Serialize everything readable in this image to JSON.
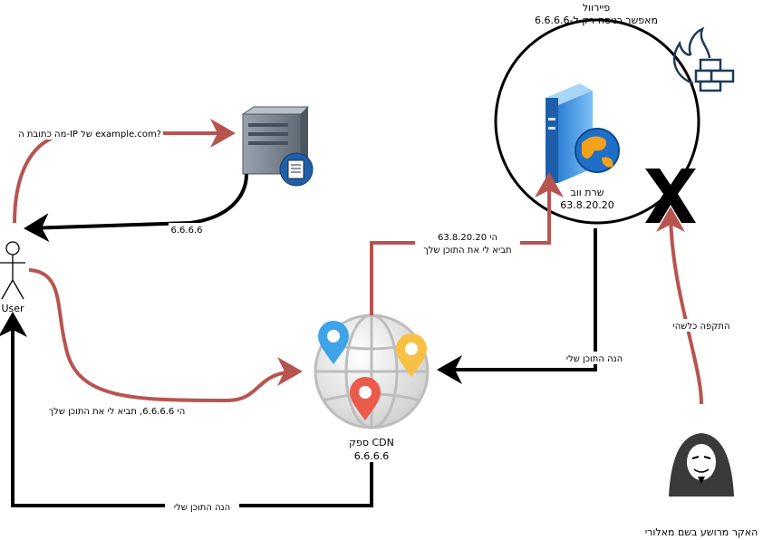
{
  "firewall": {
    "title": "פיירוול",
    "rule": "מאפשר כניסה רק ל-6.6.6.6"
  },
  "dns_query": "מה כתובת ה-IP של example.com?",
  "dns_answer": "6.6.6.6",
  "user_label": "User",
  "webserver": {
    "name": "שרת ווב",
    "ip": "63.8.20.20"
  },
  "cdn_request": {
    "line1": "הי 63.8.20.20",
    "line2": "תביא לי את התוכן שלך"
  },
  "web_response": "הנה התוכן שלי",
  "user_request": "הי 6.6.6.6, תביא לי את התוכן שלך",
  "cdn": {
    "name": "ספק CDN",
    "ip": "6.6.6.6"
  },
  "cdn_response": "הנה התוכן שלי",
  "attack_label": "התקפה כלשהי",
  "hacker_label": "האקר מרושע בשם מאלורי",
  "colors": {
    "red_arrow": "#b85450",
    "black_arrow": "#000000"
  }
}
